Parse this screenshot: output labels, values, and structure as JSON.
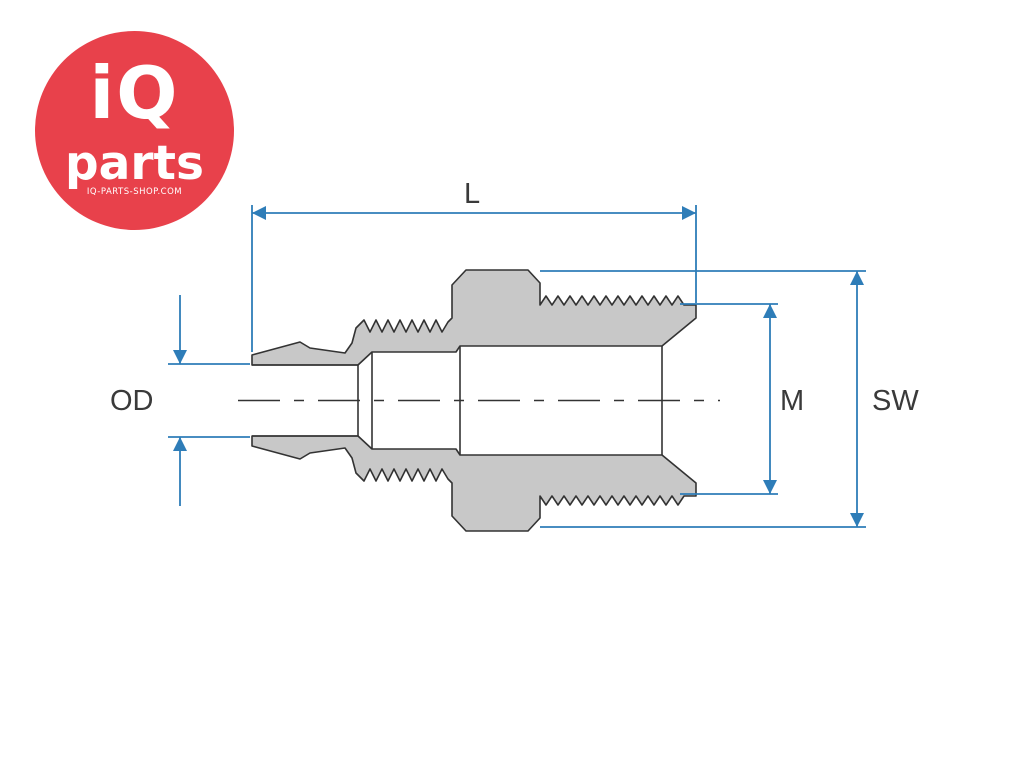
{
  "logo": {
    "mark": "iQ",
    "word": "parts",
    "domain": "IQ-PARTS-SHOP.COM",
    "color": "#e8414b"
  },
  "drawing": {
    "part_fill": "#c8c8c8",
    "outline_color": "#333333",
    "dimension_color": "#2e7db8"
  },
  "dimensions": {
    "length": "L",
    "outer_diameter": "OD",
    "thread": "M",
    "wrench_size": "SW"
  }
}
